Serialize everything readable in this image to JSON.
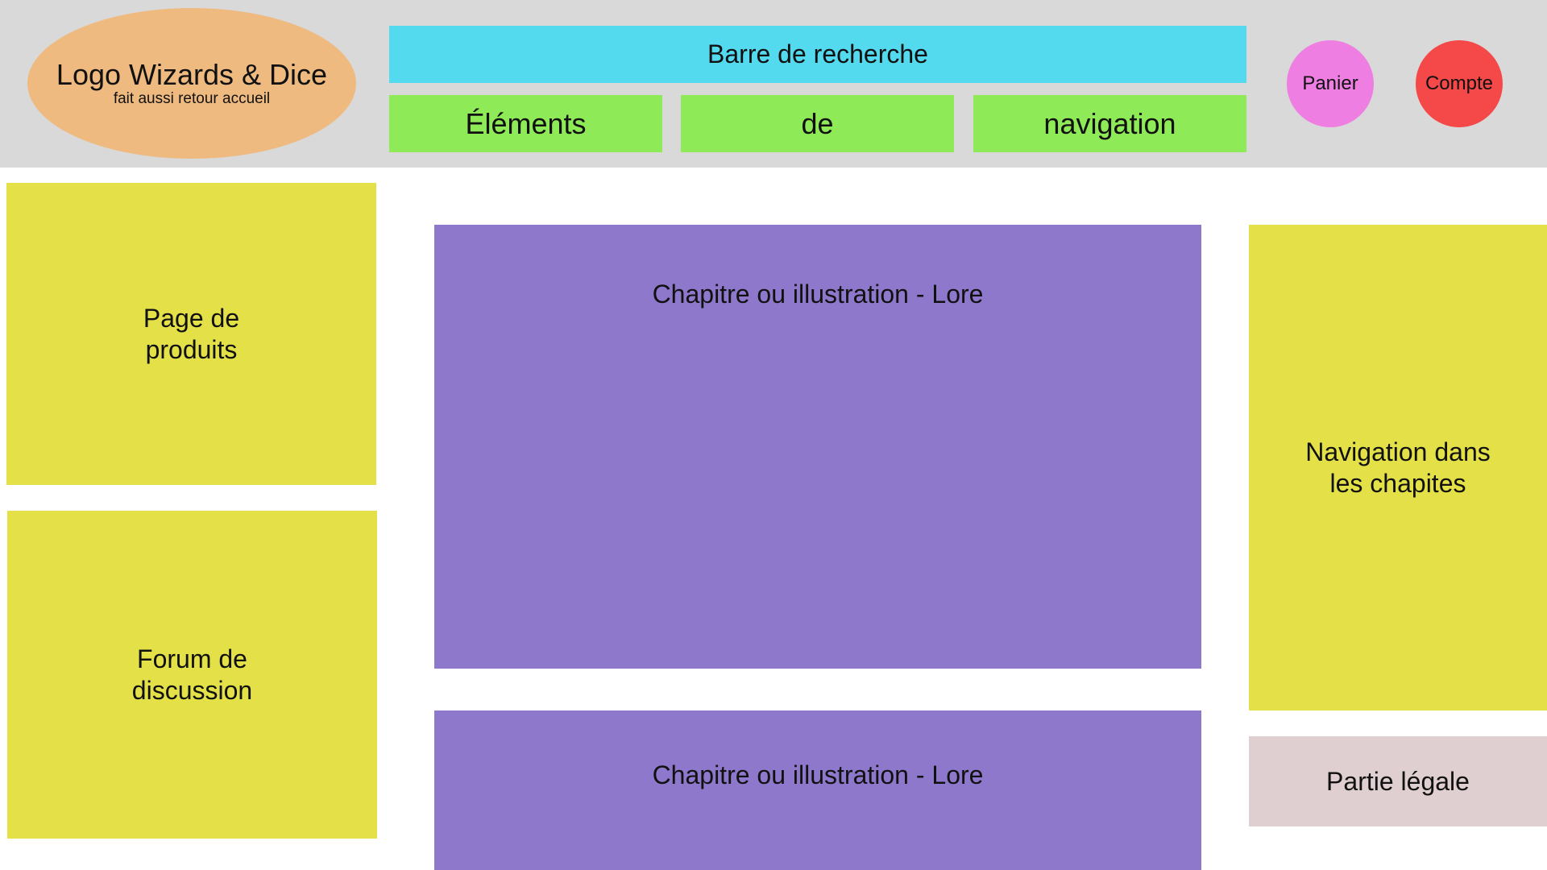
{
  "header": {
    "logo": {
      "title": "Logo Wizards & Dice",
      "subtitle": "fait aussi retour accueil"
    },
    "search_bar_label": "Barre de recherche",
    "nav_items": [
      {
        "label": "Éléments"
      },
      {
        "label": "de"
      },
      {
        "label": "navigation"
      }
    ],
    "cart_label": "Panier",
    "account_label": "Compte"
  },
  "left_column": {
    "products_label": "Page de\nproduits",
    "forum_label": "Forum de\ndiscussion"
  },
  "main": {
    "chapters": [
      {
        "label": "Chapitre ou illustration - Lore"
      },
      {
        "label": "Chapitre ou illustration - Lore"
      }
    ]
  },
  "right_column": {
    "chapter_nav_label": "Navigation dans\nles chapites",
    "legal_label": "Partie légale"
  },
  "colors": {
    "header_bg": "#d9d9d9",
    "logo": "#efba7f",
    "search": "#53daef",
    "nav": "#8fea57",
    "cart": "#ef7ee3",
    "account": "#f54848",
    "side_blocks": "#e3e048",
    "chapters": "#8e78cc",
    "legal": "#e0cfd0"
  }
}
